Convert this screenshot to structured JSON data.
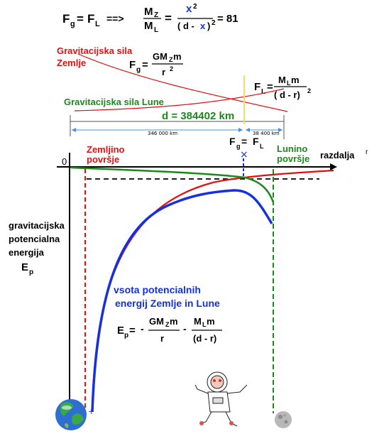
{
  "top_formula": {
    "F": "F",
    "g": "g",
    "eq": "=",
    "F2": "F",
    "L": "L",
    "arrow": "==>",
    "MZ": "M",
    "Zsub": "Z",
    "ML": "M",
    "Lsub": "L",
    "num": "x",
    "num_exp": "2",
    "den_open": "( d - ",
    "den_x": "x",
    "den_close": ")",
    "den_exp": "2",
    "result": "= 81"
  },
  "earth_force": {
    "label_line1": "Gravitacijska sila",
    "label_line2": "Zemlje",
    "F": "F",
    "sub": "g",
    "eq": "=",
    "num": "GM",
    "num_sub": "Z",
    "num_tail": "m",
    "den": "r",
    "den_exp": "2"
  },
  "moon_force": {
    "label": "Gravitacijska sila Lune",
    "F": "F",
    "sub": "L",
    "eq": "=",
    "num": "M",
    "num_sub": "L",
    "num_tail": "m",
    "den": "( d - r)",
    "den_exp": "2"
  },
  "distance": {
    "d_label": "d = 384402 km",
    "seg1": "346 000 km",
    "seg2": "38 400 km"
  },
  "balance": {
    "F": "F",
    "g": "g",
    "eq": "=",
    "F2": "F",
    "L": "L",
    "mark": "×"
  },
  "axis": {
    "zero": "0",
    "r_label": "razdalja",
    "r_symbol": "r",
    "earth_surface_line1": "Zemljino",
    "earth_surface_line2": "površje",
    "moon_surface_line1": "Lunino",
    "moon_surface_line2": "površje"
  },
  "y_label": {
    "line1": "gravitacijska",
    "line2": "potencialna",
    "line3": "energija",
    "E": "E",
    "p": "p"
  },
  "sum_label": {
    "line1": "vsota potencialnih",
    "line2": "energij Zemlje in Lune"
  },
  "ep_formula": {
    "E": "E",
    "p": "p",
    "eq": "=",
    "minus1": "-",
    "num1": "GM",
    "num1_sub": "Z",
    "num1_tail": "m",
    "den1": "r",
    "minus2": "-",
    "num2": "M",
    "num2_sub": "L",
    "num2_tail": "m",
    "den2": "(d - r)"
  },
  "colors": {
    "earth": "#e01010",
    "moon": "#1a8a1a",
    "sum": "#1530e0",
    "arrow": "#4a8fd8",
    "yellow": "#f0e060"
  }
}
